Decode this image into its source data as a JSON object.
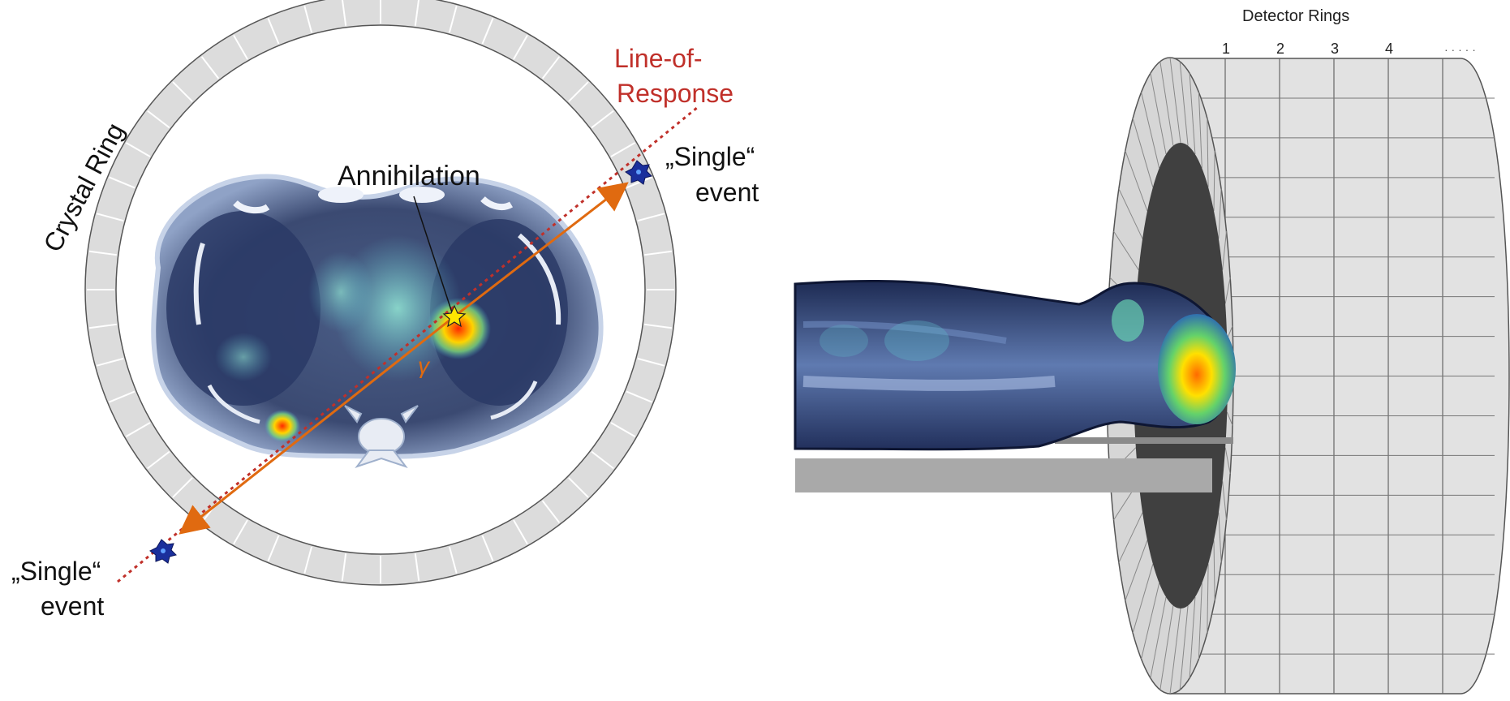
{
  "left_panel": {
    "crystal_ring_label": "Crystal Ring",
    "annihilation_label": "Annihilation",
    "gamma_symbol": "γ",
    "lor_line1": "Line-of-",
    "lor_line2": "Response",
    "single_event_right_line1": "„Single“",
    "single_event_right_line2": "event",
    "single_event_left_line1": "„Single“",
    "single_event_left_line2": "event"
  },
  "right_panel": {
    "title": "Detector Rings",
    "ring_numbers": [
      "1",
      "2",
      "3",
      "4"
    ],
    "ellipsis": "· · · · ·"
  },
  "colors": {
    "lor_red": "#c0302a",
    "photon_orange": "#e06a10",
    "ring_fill": "#dcdcdc",
    "ring_stroke": "#555555",
    "detector_blue": "#1a2f9c",
    "bore_dark": "#404040",
    "table_gray": "#a9a9a9"
  }
}
